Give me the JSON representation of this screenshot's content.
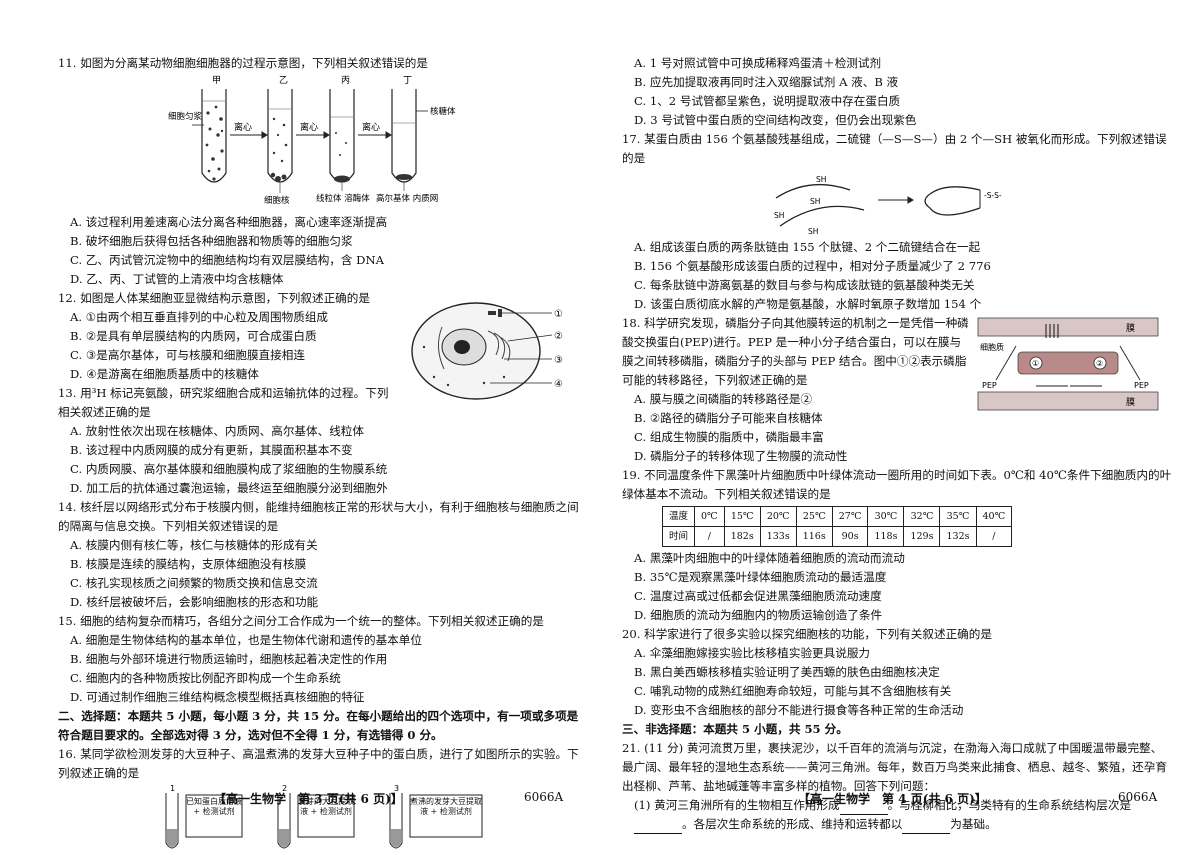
{
  "left": {
    "q11": {
      "stem": "11. 如图为分离某动物细胞细胞器的过程示意图，下列相关叙述错误的是",
      "tubes": [
        "甲",
        "乙",
        "丙",
        "丁"
      ],
      "arrow_label": "离心",
      "left_label": "细胞匀浆",
      "right_label": "核糖体",
      "under_labels": [
        "细胞核",
        "线粒体 溶酶体",
        "高尔基体 内质网"
      ],
      "options": [
        "A. 该过程利用差速离心法分离各种细胞器，离心速率逐渐提高",
        "B. 破坏细胞后获得包括各种细胞器和物质等的细胞匀浆",
        "C. 乙、丙试管沉淀物中的细胞结构均有双层膜结构，含 DNA",
        "D. 乙、丙、丁试管的上清液中均含核糖体"
      ]
    },
    "q12": {
      "stem": "12. 如图是人体某细胞亚显微结构示意图，下列叙述正确的是",
      "options": [
        "A. ①由两个相互垂直排列的中心粒及周围物质组成",
        "B. ②是具有单层膜结构的内质网，可合成蛋白质",
        "C. ③是高尔基体，可与核膜和细胞膜直接相连",
        "D. ④是游离在细胞质基质中的核糖体"
      ],
      "labels": [
        "①",
        "②",
        "③",
        "④"
      ]
    },
    "q13": {
      "stem": "13. 用³H 标记亮氨酸，研究浆细胞合成和运输抗体的过程。下列相关叙述正确的是",
      "options": [
        "A. 放射性依次出现在核糖体、内质网、高尔基体、线粒体",
        "B. 该过程中内质网膜的成分有更新，其膜面积基本不变",
        "C. 内质网膜、高尔基体膜和细胞膜构成了浆细胞的生物膜系统",
        "D. 加工后的抗体通过囊泡运输，最终运至细胞膜分泌到细胞外"
      ]
    },
    "q14": {
      "stem": "14. 核纤层以网络形式分布于核膜内侧，能维持细胞核正常的形状与大小，有利于细胞核与细胞质之间的隔离与信息交换。下列相关叙述错误的是",
      "options": [
        "A. 核膜内侧有核仁等，核仁与核糖体的形成有关",
        "B. 核膜是连续的膜结构，支原体细胞没有核膜",
        "C. 核孔实现核质之间频繁的物质交换和信息交流",
        "D. 核纤层被破坏后，会影响细胞核的形态和功能"
      ]
    },
    "q15": {
      "stem": "15. 细胞的结构复杂而精巧，各组分之间分工合作成为一个统一的整体。下列相关叙述正确的是",
      "options": [
        "A. 细胞是生物体结构的基本单位，也是生物体代谢和遗传的基本单位",
        "B. 细胞与外部环境进行物质运输时，细胞核起着决定性的作用",
        "C. 细胞内的各种物质按比例配齐即构成一个生命系统",
        "D. 可通过制作细胞三维结构概念模型概括真核细胞的特征"
      ]
    },
    "section2": "二、选择题：本题共 5 小题，每小题 3 分，共 15 分。在每小题给出的四个选项中，有一项或多项是符合题目要求的。全部选对得 3 分，选对但不全得 1 分，有选错得 0 分。",
    "q16": {
      "stem": "16. 某同学欲检测发芽的大豆种子、高温煮沸的发芽大豆种子中的蛋白质，进行了如图所示的实验。下列叙述正确的是",
      "tubes": [
        {
          "num": "1",
          "label": "已知蛋白质溶液 + 检测试剂"
        },
        {
          "num": "2",
          "label": "发芽的大豆提取液 + 检测试剂"
        },
        {
          "num": "3",
          "label": "煮沸的发芽大豆提取液 + 检测试剂"
        }
      ]
    },
    "footer": "【高一生物学　第 3 页(共 6 页)】",
    "code": "6066A"
  },
  "right": {
    "q16_options": [
      "A. 1 号对照试管中可换成稀释鸡蛋清＋检测试剂",
      "B. 应先加提取液再同时注入双缩脲试剂 A 液、B 液",
      "C. 1、2 号试管都呈紫色，说明提取液中存在蛋白质",
      "D. 3 号试管中蛋白质的空间结构改变，但仍会出现紫色"
    ],
    "q17": {
      "stem": "17. 某蛋白质由 156 个氨基酸残基组成，二硫键（—S—S—）由 2 个—SH 被氧化而形成。下列叙述错误的是",
      "sh_label": "SH",
      "ss_label": "-S-S-",
      "options": [
        "A. 组成该蛋白质的两条肽链由 155 个肽键、2 个二硫键结合在一起",
        "B. 156 个氨基酸形成该蛋白质的过程中，相对分子质量减少了 2 776",
        "C. 每条肽链中游离氨基的数目与参与构成该肽链的氨基酸种类无关",
        "D. 该蛋白质彻底水解的产物是氨基酸，水解时氧原子数增加 154 个"
      ]
    },
    "q18": {
      "stem": "18. 科学研究发现，磷脂分子向其他膜转运的机制之一是凭借一种磷酸交换蛋白(PEP)进行。PEP 是一种小分子结合蛋白，可以在膜与膜之间转移磷脂，磷脂分子的头部与 PEP 结合。图中①②表示磷脂可能的转移路径，下列叙述正确的是",
      "fig_labels": {
        "membrane": "膜",
        "cytoplasm": "细胞质",
        "pep": "PEP"
      },
      "options": [
        "A. 膜与膜之间磷脂的转移路径是②",
        "B. ②路径的磷脂分子可能来自核糖体",
        "C. 组成生物膜的脂质中，磷脂最丰富",
        "D. 磷脂分子的转移体现了生物膜的流动性"
      ]
    },
    "q19": {
      "stem": "19. 不同温度条件下黑藻叶片细胞质中叶绿体流动一圈所用的时间如下表。0℃和 40℃条件下细胞质内的叶绿体基本不流动。下列相关叙述错误的是",
      "table": {
        "row1": [
          "温度",
          "0℃",
          "15℃",
          "20℃",
          "25℃",
          "27℃",
          "30℃",
          "32℃",
          "35℃",
          "40℃"
        ],
        "row2": [
          "时间",
          "/",
          "182s",
          "133s",
          "116s",
          "90s",
          "118s",
          "129s",
          "132s",
          "/"
        ]
      },
      "options": [
        "A. 黑藻叶肉细胞中的叶绿体随着细胞质的流动而流动",
        "B. 35℃是观察黑藻叶绿体细胞质流动的最适温度",
        "C. 温度过高或过低都会促进黑藻细胞质流动速度",
        "D. 细胞质的流动为细胞内的物质运输创造了条件"
      ]
    },
    "q20": {
      "stem": "20. 科学家进行了很多实验以探究细胞核的功能，下列有关叙述正确的是",
      "options": [
        "A. 伞藻细胞嫁接实验比核移植实验更具说服力",
        "B. 黑白美西螈核移植实验证明了美西螈的肤色由细胞核决定",
        "C. 哺乳动物的成熟红细胞寿命较短，可能与其不含细胞核有关",
        "D. 变形虫不含细胞核的部分不能进行摄食等各种正常的生命活动"
      ]
    },
    "section3": "三、非选择题：本题共 5 小题，共 55 分。",
    "q21": {
      "stem": "21. (11 分) 黄河流贯万里，裹挟泥沙，以千百年的流淌与沉淀，在渤海入海口成就了中国暖温带最完整、最广阔、最年轻的湿地生态系统——黄河三角洲。每年，数百万鸟类来此捕食、栖息、越冬、繁殖，还孕育出柽柳、芦苇、盐地碱蓬等丰富多样的植物。回答下列问题：",
      "sub1_a": "(1) 黄河三角洲所有的生物相互作用形成",
      "sub1_b": "。与柽柳相比，鸟类特有的生命系统结构层次是",
      "sub1_c": "。各层次生命系统的形成、维持和运转都以",
      "sub1_d": "为基础。"
    },
    "footer": "【高一生物学　第 4 页(共 6 页)】",
    "code": "6066A"
  }
}
